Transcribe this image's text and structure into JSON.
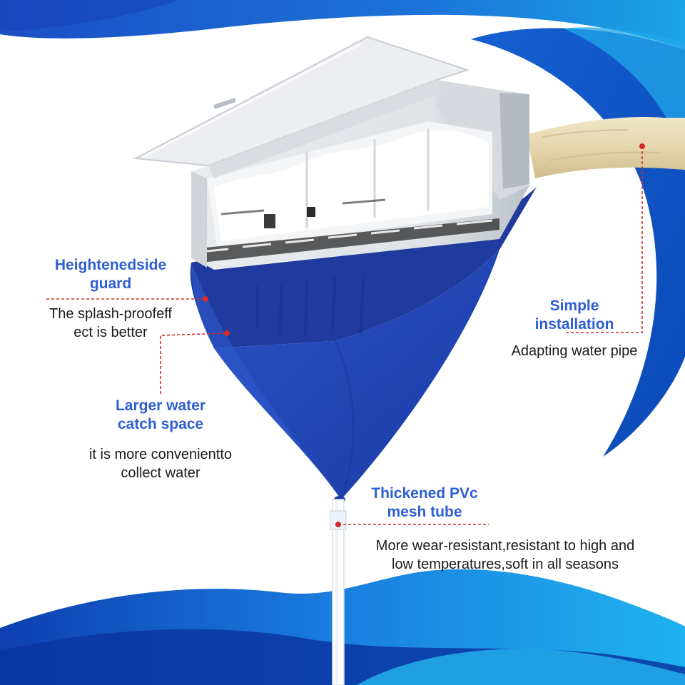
{
  "callouts": {
    "side_guard": {
      "title_line1": "Heightenedside",
      "title_line2": "guard",
      "desc_line1": "The splash-proofeff",
      "desc_line2": "ect is better"
    },
    "water_space": {
      "title_line1": "Larger water",
      "title_line2": "catch space",
      "desc_line1": "it is more convenientto",
      "desc_line2": "collect water"
    },
    "installation": {
      "title_line1": "Simple",
      "title_line2": "installation",
      "desc_line1": "Adapting water pipe"
    },
    "tube": {
      "title_line1": "Thickened PVc",
      "title_line2": "mesh tube",
      "desc_line1": "More wear-resistant,resistant to high and",
      "desc_line2": "low temperatures,soft in all seasons"
    }
  },
  "colors": {
    "title_blue": "#2d5fd3",
    "wave_blue": "#1e63c8",
    "cover_blue": "#2445b8",
    "marker_red": "#d42a2a"
  }
}
